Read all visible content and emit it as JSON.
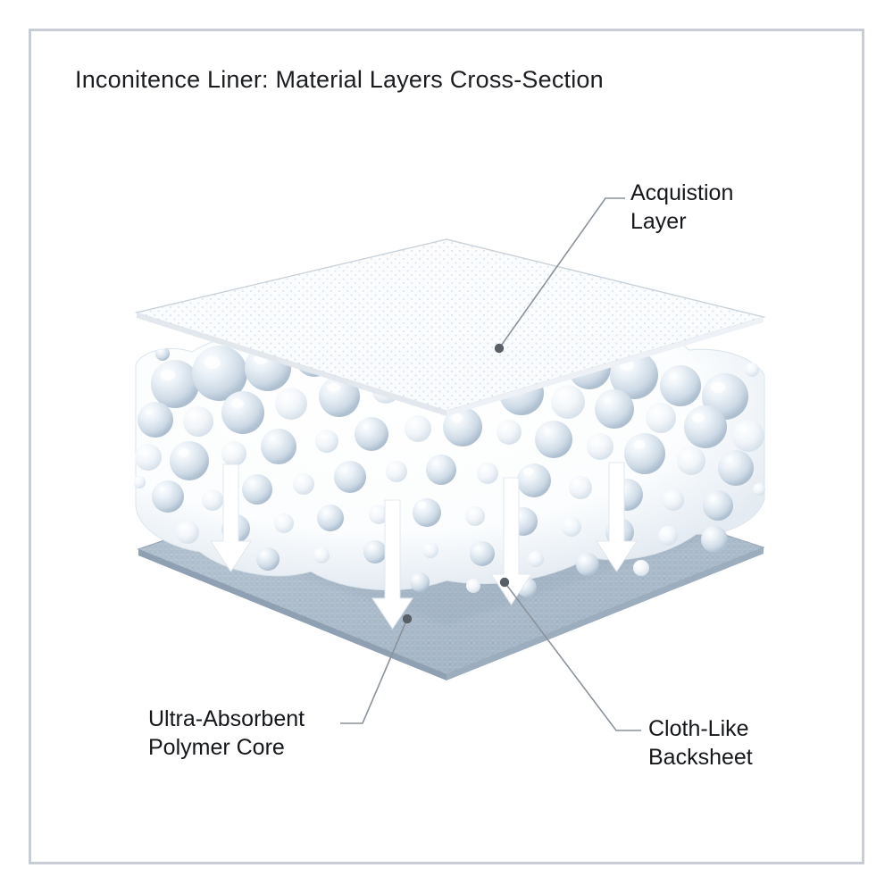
{
  "figure": {
    "title": "Inconitence Liner: Material Layers Cross-Section",
    "border_color": "#c9ced6",
    "background": "#ffffff",
    "text_color": "#15171b"
  },
  "labels": {
    "acquisition": "Acquistion\nLayer",
    "core": "Ultra-Absorbent\nPolymer Core",
    "backsheet": "Cloth-Like\nBacksheet"
  },
  "layers": [
    {
      "id": "acquisition-layer",
      "name": "Acquistion Layer",
      "role": "top perforated sheet",
      "fill": "#fbfcfd",
      "edge": "#c3cbd4",
      "texture": "fine dotted perforations",
      "order": 1
    },
    {
      "id": "polymer-core",
      "name": "Ultra-Absorbent Polymer Core",
      "role": "middle absorbent bead mass",
      "fill": "#ffffff",
      "bead_color": "#dde6ee",
      "bead_shadow": "#b9c7d6",
      "texture": "clustered spherical super-absorbent beads",
      "order": 2
    },
    {
      "id": "cloth-like-backsheet",
      "name": "Cloth-Like Backsheet",
      "role": "bottom fabric barrier sheet",
      "fill": "#aebdcc",
      "edge": "#8d9dae",
      "texture": "woven cloth weave",
      "order": 3
    }
  ],
  "flow_arrows": {
    "count": 4,
    "color": "#ffffff",
    "direction": "downward",
    "meaning": "fluid transfer through layers"
  },
  "leaders": [
    {
      "for": "acquisition",
      "dot": [
        559,
        390
      ]
    },
    {
      "for": "core",
      "dot": [
        456,
        693
      ]
    },
    {
      "for": "backsheet",
      "dot": [
        565,
        652
      ]
    }
  ]
}
